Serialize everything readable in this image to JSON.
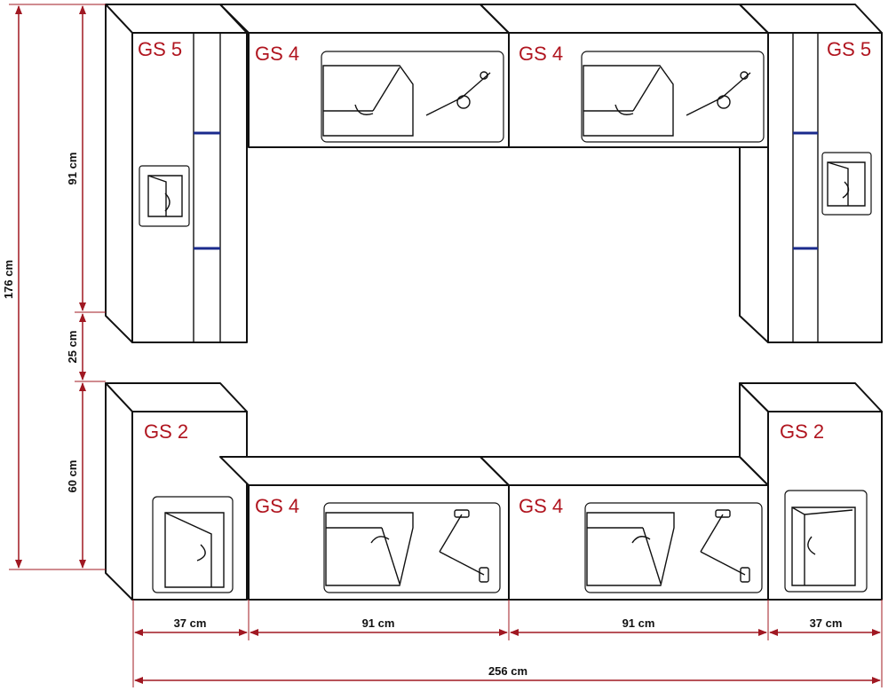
{
  "modules": {
    "gs5_left": "GS 5",
    "gs4_top_left": "GS 4",
    "gs4_top_right": "GS 4",
    "gs5_right": "GS 5",
    "gs2_left": "GS 2",
    "gs4_bottom_left": "GS 4",
    "gs4_bottom_right": "GS 4",
    "gs2_right": "GS 2"
  },
  "dimensions": {
    "total_height": "176 cm",
    "upper_height": "91 cm",
    "gap_height": "25 cm",
    "lower_height": "60 cm",
    "width_left": "37 cm",
    "width_mid_left": "91 cm",
    "width_mid_right": "91 cm",
    "width_right": "37 cm",
    "total_width": "256 cm"
  },
  "colors": {
    "label_red": "#b0151f",
    "dimension_red": "#a01822",
    "led_blue": "#1a2a8c",
    "outline": "#111111"
  }
}
